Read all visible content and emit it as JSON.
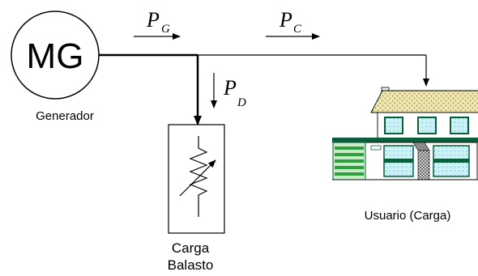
{
  "generator": {
    "symbol": "MG",
    "label": "Generador"
  },
  "flows": {
    "generated": {
      "main": "P",
      "sub": "G"
    },
    "consumer": {
      "main": "P",
      "sub": "C"
    },
    "dump": {
      "main": "P",
      "sub": "D"
    }
  },
  "dump_load": {
    "label_line1": "Carga",
    "label_line2": "Balasto"
  },
  "user": {
    "label": "Usuario (Carga)"
  },
  "colors": {
    "stroke": "#000000",
    "roof": "#efe6b0",
    "roof_dots": "#9c8f58",
    "wall": "#ffffff",
    "window_glass": "#c9f1f6",
    "window_frame": "#0b5e3c",
    "garage_stripe": "#2e9e3e",
    "garage_light": "#c8ecc8",
    "chimney": "#f2f2f2",
    "door_grey": "#8a8a8a"
  }
}
